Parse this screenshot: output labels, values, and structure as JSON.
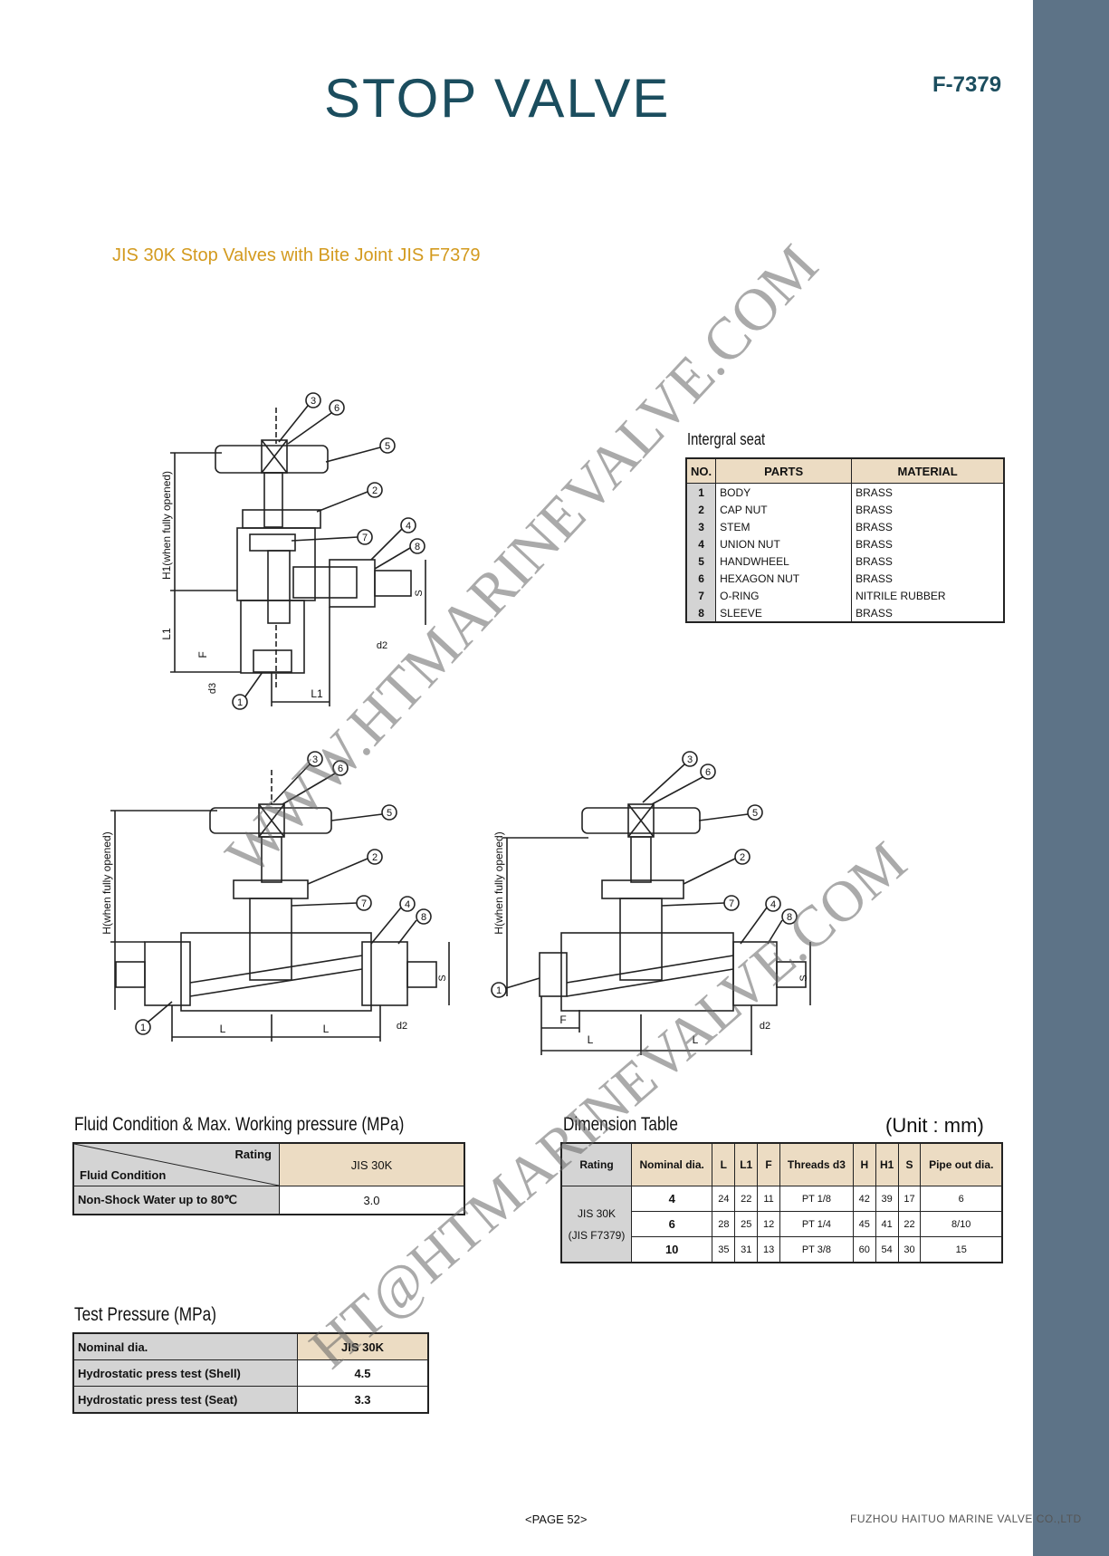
{
  "title": "STOP VALVE",
  "code": "F-7379",
  "subtitle": "JIS 30K Stop Valves with Bite Joint JIS F7379",
  "parts_table": {
    "caption": "Intergral seat",
    "headers": [
      "NO.",
      "PARTS",
      "MATERIAL"
    ],
    "rows": [
      {
        "no": "1",
        "part": "BODY",
        "material": "BRASS"
      },
      {
        "no": "2",
        "part": "CAP NUT",
        "material": "BRASS"
      },
      {
        "no": "3",
        "part": "STEM",
        "material": "BRASS"
      },
      {
        "no": "4",
        "part": "UNION NUT",
        "material": "BRASS"
      },
      {
        "no": "5",
        "part": "HANDWHEEL",
        "material": "BRASS"
      },
      {
        "no": "6",
        "part": "HEXAGON NUT",
        "material": "BRASS"
      },
      {
        "no": "7",
        "part": "O-RING",
        "material": "NITRILE RUBBER"
      },
      {
        "no": "8",
        "part": "SLEEVE",
        "material": "BRASS"
      }
    ]
  },
  "drawing_labels": {
    "h1": "H1(when fully opened)",
    "h": "H(when fully opened)",
    "l1": "L1",
    "l": "L",
    "f": "F",
    "s": "S",
    "d2": "d2",
    "d3": "d3",
    "balloons_top": [
      "3",
      "6",
      "5",
      "2",
      "7",
      "4",
      "8",
      "1"
    ],
    "balloons_mid": [
      "3",
      "6",
      "5",
      "2",
      "7",
      "4",
      "8",
      "1"
    ]
  },
  "fluid_table": {
    "heading": "Fluid Condition & Max. Working pressure (MPa)",
    "rating_label": "Rating",
    "condition_label": "Fluid Condition",
    "rating": "JIS 30K",
    "row_label": "Non-Shock Water up to 80℃",
    "value": "3.0"
  },
  "test_table": {
    "heading": "Test Pressure (MPa)",
    "header_label": "Nominal dia.",
    "header_value": "JIS 30K",
    "rows": [
      {
        "label": "Hydrostatic press test (Shell)",
        "value": "4.5"
      },
      {
        "label": "Hydrostatic press test (Seat)",
        "value": "3.3"
      }
    ]
  },
  "dimension_table": {
    "heading": "Dimension Table",
    "unit": "(Unit : mm)",
    "headers": [
      "Rating",
      "Nominal dia.",
      "L",
      "L1",
      "F",
      "Threads d3",
      "H",
      "H1",
      "S",
      "Pipe out dia."
    ],
    "rating_lines": [
      "JIS 30K",
      "(JIS F7379)"
    ],
    "rows": [
      [
        "4",
        "24",
        "22",
        "11",
        "PT 1/8",
        "42",
        "39",
        "17",
        "6"
      ],
      [
        "6",
        "28",
        "25",
        "12",
        "PT 1/4",
        "45",
        "41",
        "22",
        "8/10"
      ],
      [
        "10",
        "35",
        "31",
        "13",
        "PT 3/8",
        "60",
        "54",
        "30",
        "15"
      ]
    ]
  },
  "watermarks": [
    "WWW.HTMARINEVALVE.COM",
    "HT@HTMARINEVALVE.COM"
  ],
  "footer": {
    "page": "<PAGE 52>",
    "company": "FUZHOU HAITUO MARINE VALVE CO.,LTD"
  },
  "colors": {
    "sidebar": "#5d7387",
    "title": "#1b4d5e",
    "subtitle": "#d39a1e",
    "table_header": "#ecdcc3",
    "table_gray": "#d4d4d4"
  }
}
